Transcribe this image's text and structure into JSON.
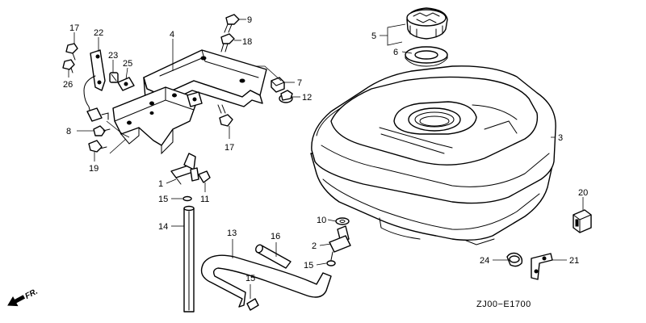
{
  "diagram": {
    "code": "ZJ00−E1700",
    "direction_label": "FR.",
    "callouts": [
      {
        "id": "c17a",
        "num": "17"
      },
      {
        "id": "c22",
        "num": "22"
      },
      {
        "id": "c4",
        "num": "4"
      },
      {
        "id": "c9",
        "num": "9"
      },
      {
        "id": "c18",
        "num": "18"
      },
      {
        "id": "c5",
        "num": "5"
      },
      {
        "id": "c6",
        "num": "6"
      },
      {
        "id": "c23",
        "num": "23"
      },
      {
        "id": "c25",
        "num": "25"
      },
      {
        "id": "c26",
        "num": "26"
      },
      {
        "id": "c7",
        "num": "7"
      },
      {
        "id": "c12",
        "num": "12"
      },
      {
        "id": "c8",
        "num": "8"
      },
      {
        "id": "c3",
        "num": "3"
      },
      {
        "id": "c17b",
        "num": "17"
      },
      {
        "id": "c19",
        "num": "19"
      },
      {
        "id": "c1",
        "num": "1"
      },
      {
        "id": "c11",
        "num": "11"
      },
      {
        "id": "c15a",
        "num": "15"
      },
      {
        "id": "c20",
        "num": "20"
      },
      {
        "id": "c10",
        "num": "10"
      },
      {
        "id": "c14",
        "num": "14"
      },
      {
        "id": "c13",
        "num": "13"
      },
      {
        "id": "c16",
        "num": "16"
      },
      {
        "id": "c2",
        "num": "2"
      },
      {
        "id": "c15b",
        "num": "15"
      },
      {
        "id": "c24",
        "num": "24"
      },
      {
        "id": "c21",
        "num": "21"
      },
      {
        "id": "c15c",
        "num": "15"
      }
    ]
  }
}
